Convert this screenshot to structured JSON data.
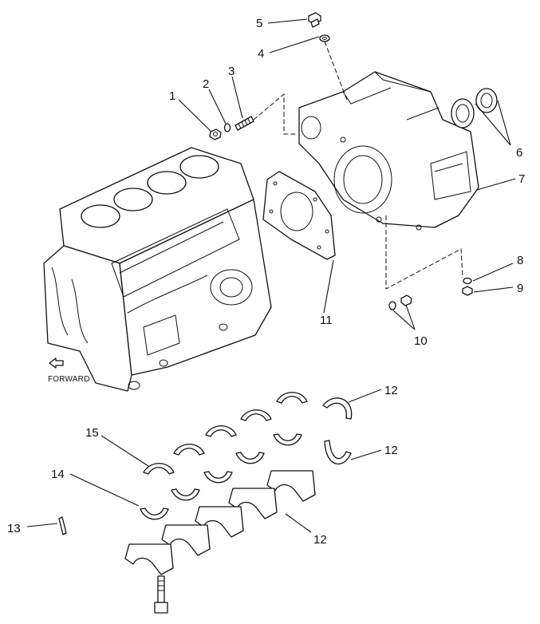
{
  "callouts": {
    "c1": "1",
    "c2": "2",
    "c3": "3",
    "c4": "4",
    "c5": "5",
    "c6": "6",
    "c7": "7",
    "c8": "8",
    "c9": "9",
    "c10": "10",
    "c11": "11",
    "c12a": "12",
    "c12b": "12",
    "c12c": "12",
    "c13": "13",
    "c14": "14",
    "c15": "15"
  },
  "forward_label": "FORWARD",
  "line_color": "#111111",
  "background_color": "#ffffff"
}
